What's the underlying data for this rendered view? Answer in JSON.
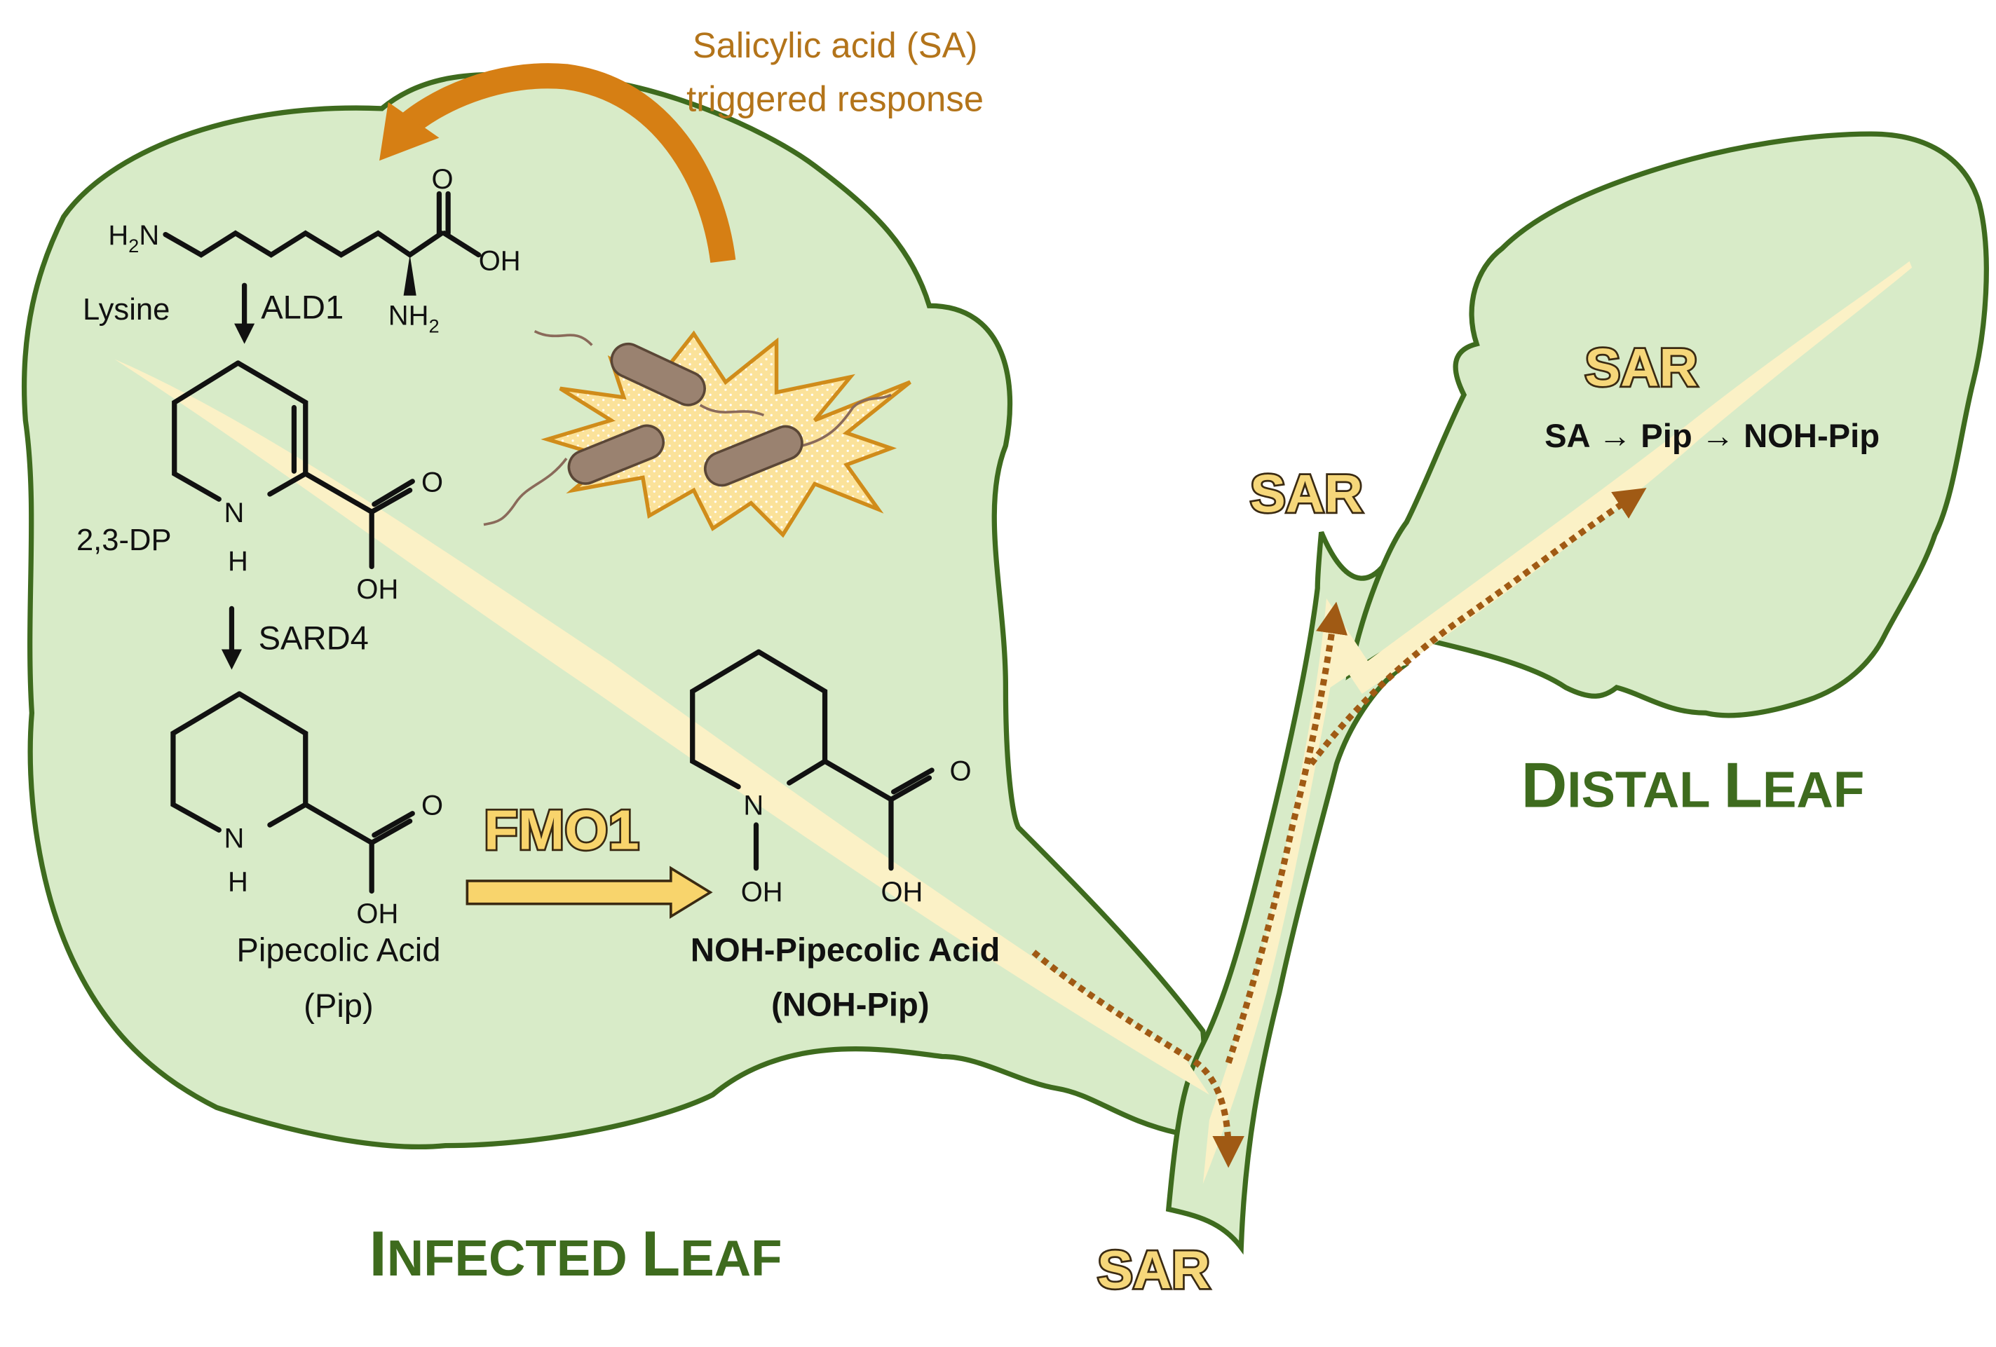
{
  "colors": {
    "leaf_fill": "#d8ebc8",
    "leaf_outline": "#3e6b1e",
    "vein": "#fbf1c6",
    "transport_arrow": "#a05a14",
    "sa_arrow": "#d67f14",
    "sar_text": "#f6d77a",
    "fmo1_arrow": "#f8d46c",
    "leaf_label": "#3e6b1e",
    "bacteria": "#9a8270",
    "burst": "#fbe29a"
  },
  "icons": {
    "bacteria": "rod-bacteria-icon",
    "infection_burst": "starburst-icon"
  },
  "sa_response": {
    "line1": "Salicylic acid (SA)",
    "line2": "triggered response"
  },
  "molecules": {
    "lysine": {
      "name": "Lysine",
      "h2n": "H",
      "h2n_sub": "2",
      "h2n_n": "N",
      "o": "O",
      "oh": "OH",
      "nh2": "NH",
      "nh2_sub": "2"
    },
    "dp": {
      "name": "2,3-DP",
      "n": "N",
      "h": "H",
      "o": "O",
      "oh": "OH"
    },
    "pip": {
      "name_line1": "Pipecolic Acid",
      "name_line2": "(Pip)",
      "n": "N",
      "h": "H",
      "o": "O",
      "oh": "OH"
    },
    "noh_pip": {
      "name_line1": "NOH-Pipecolic Acid",
      "name_line2": "(NOH-Pip)",
      "n": "N",
      "oh_n": "OH",
      "o": "O",
      "oh": "OH"
    }
  },
  "enzymes": {
    "ald1": "ALD1",
    "sard4": "SARD4",
    "fmo1": "FMO1"
  },
  "sar_labels": {
    "stem_top": "SAR",
    "stem_bottom": "SAR",
    "distal": "SAR"
  },
  "distal_pathway": "SA → Pip → NOH-Pip",
  "leaf_labels": {
    "infected_cap1": "I",
    "infected_rest1": "NFECTED ",
    "infected_cap2": "L",
    "infected_rest2": "EAF",
    "distal_cap1": "D",
    "distal_rest1": "ISTAL ",
    "distal_cap2": "L",
    "distal_rest2": "EAF"
  }
}
